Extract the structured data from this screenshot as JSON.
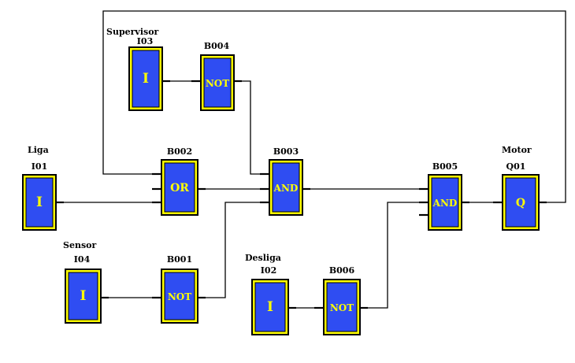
{
  "diagram": {
    "blocks": [
      {
        "id": "I03",
        "label": "Supervisor",
        "code": "I03",
        "text": "I",
        "type": "input"
      },
      {
        "id": "B004",
        "code": "B004",
        "text": "NOT",
        "type": "not"
      },
      {
        "id": "I01",
        "label": "Liga",
        "code": "I01",
        "text": "I",
        "type": "input"
      },
      {
        "id": "B002",
        "code": "B002",
        "text": "OR",
        "type": "or"
      },
      {
        "id": "B003",
        "code": "B003",
        "text": "AND",
        "type": "and"
      },
      {
        "id": "B005",
        "code": "B005",
        "text": "AND",
        "type": "and"
      },
      {
        "id": "Q01",
        "label": "Motor",
        "code": "Q01",
        "text": "Q",
        "type": "output"
      },
      {
        "id": "I04",
        "label": "Sensor",
        "code": "I04",
        "text": "I",
        "type": "input"
      },
      {
        "id": "B001",
        "code": "B001",
        "text": "NOT",
        "type": "not"
      },
      {
        "id": "I02",
        "label": "Desliga",
        "code": "I02",
        "text": "I",
        "type": "input"
      },
      {
        "id": "B006",
        "code": "B006",
        "text": "NOT",
        "type": "not"
      }
    ],
    "connections": [
      {
        "from": "I03",
        "to": "B004"
      },
      {
        "from": "B004",
        "to": "B003"
      },
      {
        "from": "I01",
        "to": "B002"
      },
      {
        "from": "B002",
        "to": "B003"
      },
      {
        "from": "I04",
        "to": "B001"
      },
      {
        "from": "B001",
        "to": "B003"
      },
      {
        "from": "B003",
        "to": "B005"
      },
      {
        "from": "I02",
        "to": "B006"
      },
      {
        "from": "B006",
        "to": "B005"
      },
      {
        "from": "B005",
        "to": "Q01"
      },
      {
        "from": "Q01",
        "to": "B002"
      }
    ]
  },
  "colors": {
    "block_fill": "#2f4df2",
    "block_border": "#ffff00",
    "block_text": "#ffff00",
    "wire": "#000000"
  }
}
